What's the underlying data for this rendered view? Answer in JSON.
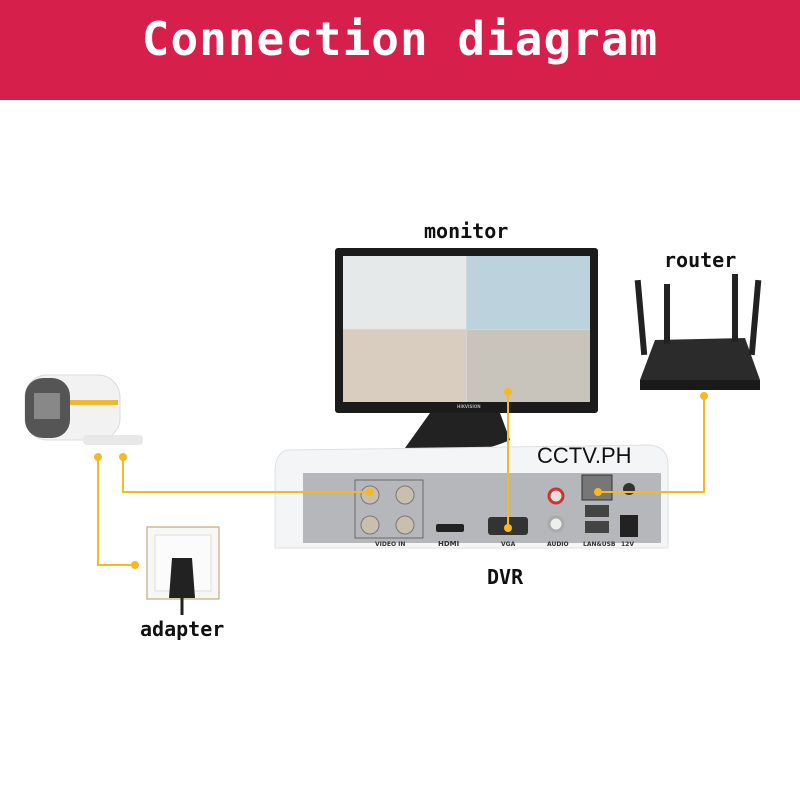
{
  "header": {
    "title": "Connection diagram"
  },
  "labels": {
    "monitor": "monitor",
    "router": "router",
    "watermark": "CCTV.PH",
    "dvr": "DVR",
    "adapter": "adapter"
  },
  "dvr_ports": {
    "video_in": "VIDEO IN",
    "hdmi": "HDMI",
    "vga": "VGA",
    "audio": "AUDIO",
    "lan_usb": "LAN&USB",
    "power": "12V"
  },
  "brand": "HIKVISION",
  "colors": {
    "header": "#d71f4b",
    "wire": "#f5b921"
  }
}
